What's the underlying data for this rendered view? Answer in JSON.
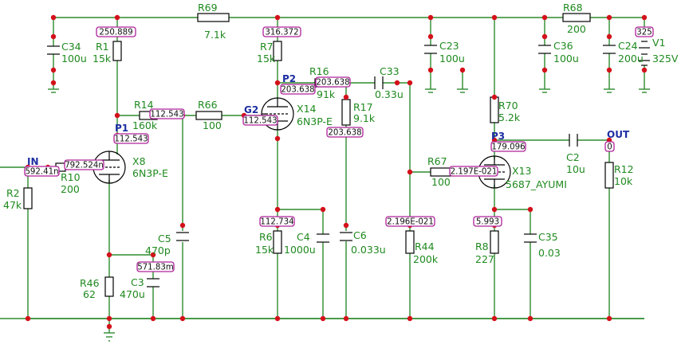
{
  "components": {
    "r69": {
      "ref": "R69",
      "value": "7.1k"
    },
    "r68": {
      "ref": "R68",
      "value": "200"
    },
    "r1": {
      "ref": "R1",
      "value": "15k"
    },
    "r7": {
      "ref": "R7",
      "value": "15k"
    },
    "r16": {
      "ref": "R16",
      "value": "91k"
    },
    "r17": {
      "ref": "R17",
      "value": "9.1k"
    },
    "r14": {
      "ref": "R14",
      "value": "160k"
    },
    "r66": {
      "ref": "R66",
      "value": "100"
    },
    "r10": {
      "ref": "R10",
      "value": "200"
    },
    "r2": {
      "ref": "R2",
      "value": "47k"
    },
    "r46": {
      "ref": "R46",
      "value": "62"
    },
    "r6": {
      "ref": "R6",
      "value": "15k"
    },
    "r44": {
      "ref": "R44",
      "value": "200k"
    },
    "r67": {
      "ref": "R67",
      "value": "100"
    },
    "r70": {
      "ref": "R70",
      "value": "5.2k"
    },
    "r8": {
      "ref": "R8",
      "value": "227"
    },
    "r12": {
      "ref": "R12",
      "value": "10k"
    },
    "c34": {
      "ref": "C34",
      "value": "100u"
    },
    "c23": {
      "ref": "C23",
      "value": "100u"
    },
    "c36": {
      "ref": "C36",
      "value": "100u"
    },
    "c24": {
      "ref": "C24",
      "value": "200u"
    },
    "c33": {
      "ref": "C33",
      "value": "0.33u"
    },
    "c5": {
      "ref": "C5",
      "value": "470p"
    },
    "c3": {
      "ref": "C3",
      "value": "470u"
    },
    "c4": {
      "ref": "C4",
      "value": "1000u"
    },
    "c6": {
      "ref": "C6",
      "value": "0.033u"
    },
    "c35": {
      "ref": "C35",
      "value": "0.03"
    },
    "c2": {
      "ref": "C2",
      "value": "10u"
    },
    "x8": {
      "ref": "X8",
      "value": "6N3P-E"
    },
    "x14": {
      "ref": "X14",
      "value": "6N3P-E"
    },
    "x13": {
      "ref": "X13",
      "value": "5687_AYUMI"
    },
    "v1": {
      "ref": "V1",
      "value": "325V"
    }
  },
  "nodes": {
    "in": "IN",
    "out": "OUT",
    "p1": "P1",
    "p2": "P2",
    "p3": "P3",
    "g2": "G2"
  },
  "readouts": {
    "r1_top": "250.889",
    "r7_top": "316.372",
    "v1_top": "325",
    "p2": "203.638",
    "r16_right": "203.638",
    "r17_bottom": "203.638",
    "r14": "112.543",
    "g2": "112.543",
    "p1": "112.543",
    "in": "592.41n",
    "r10": "792.524n",
    "x14_cathode": "112.734",
    "r44_top": "2.196E-021",
    "x13_grid": "2.197E-021",
    "p3": "179.096",
    "out": "0",
    "x13_cathode": "5.993",
    "c3_top": "571.83m"
  }
}
